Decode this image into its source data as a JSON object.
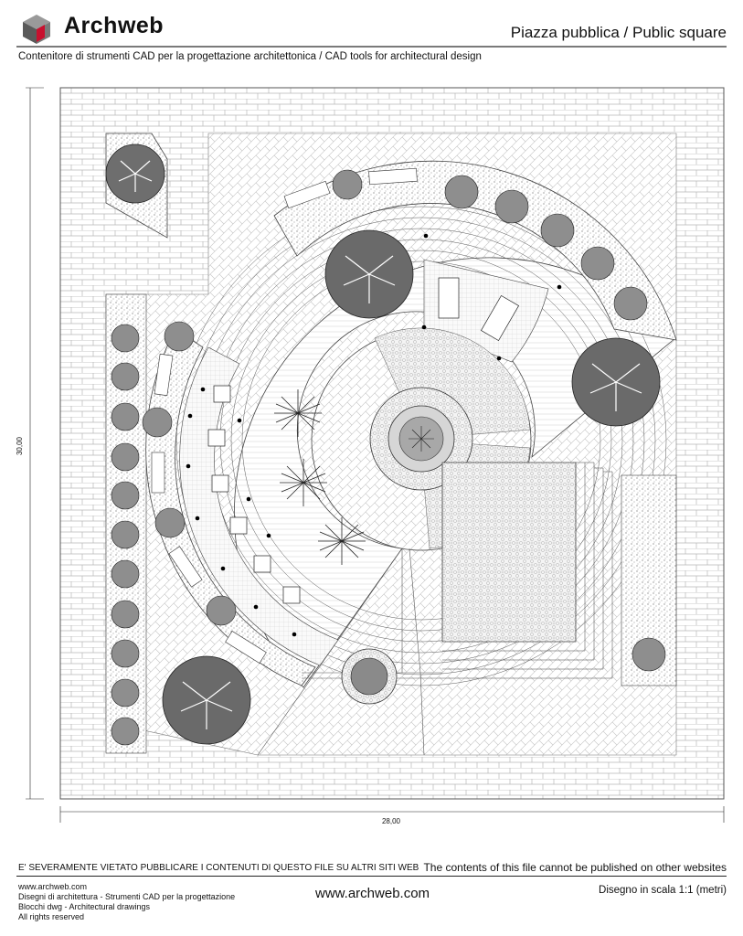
{
  "header": {
    "brand": "Archweb",
    "title": "Piazza pubblica  /  Public square",
    "subtitle": "Contenitore di strumenti CAD per la progettazione architettonica  /  CAD tools for architectural design",
    "logo_icon": "cube-logo-icon",
    "accent": "#c8102e"
  },
  "drawing": {
    "width_label": "28,00",
    "height_label": "30,00"
  },
  "footer": {
    "warning_it": "E' SEVERAMENTE VIETATO PUBBLICARE I CONTENUTI DI QUESTO FILE SU ALTRI SITI WEB",
    "warning_en": "The contents of this file cannot be published on other websites",
    "left_lines": [
      "www.archweb.com",
      "Disegni di architettura - Strumenti CAD  per la progettazione",
      "Blocchi dwg - Architectural drawings",
      "All rights reserved"
    ],
    "center_url": "www.archweb.com",
    "scale": "Disegno in scala 1:1 (metri)"
  }
}
